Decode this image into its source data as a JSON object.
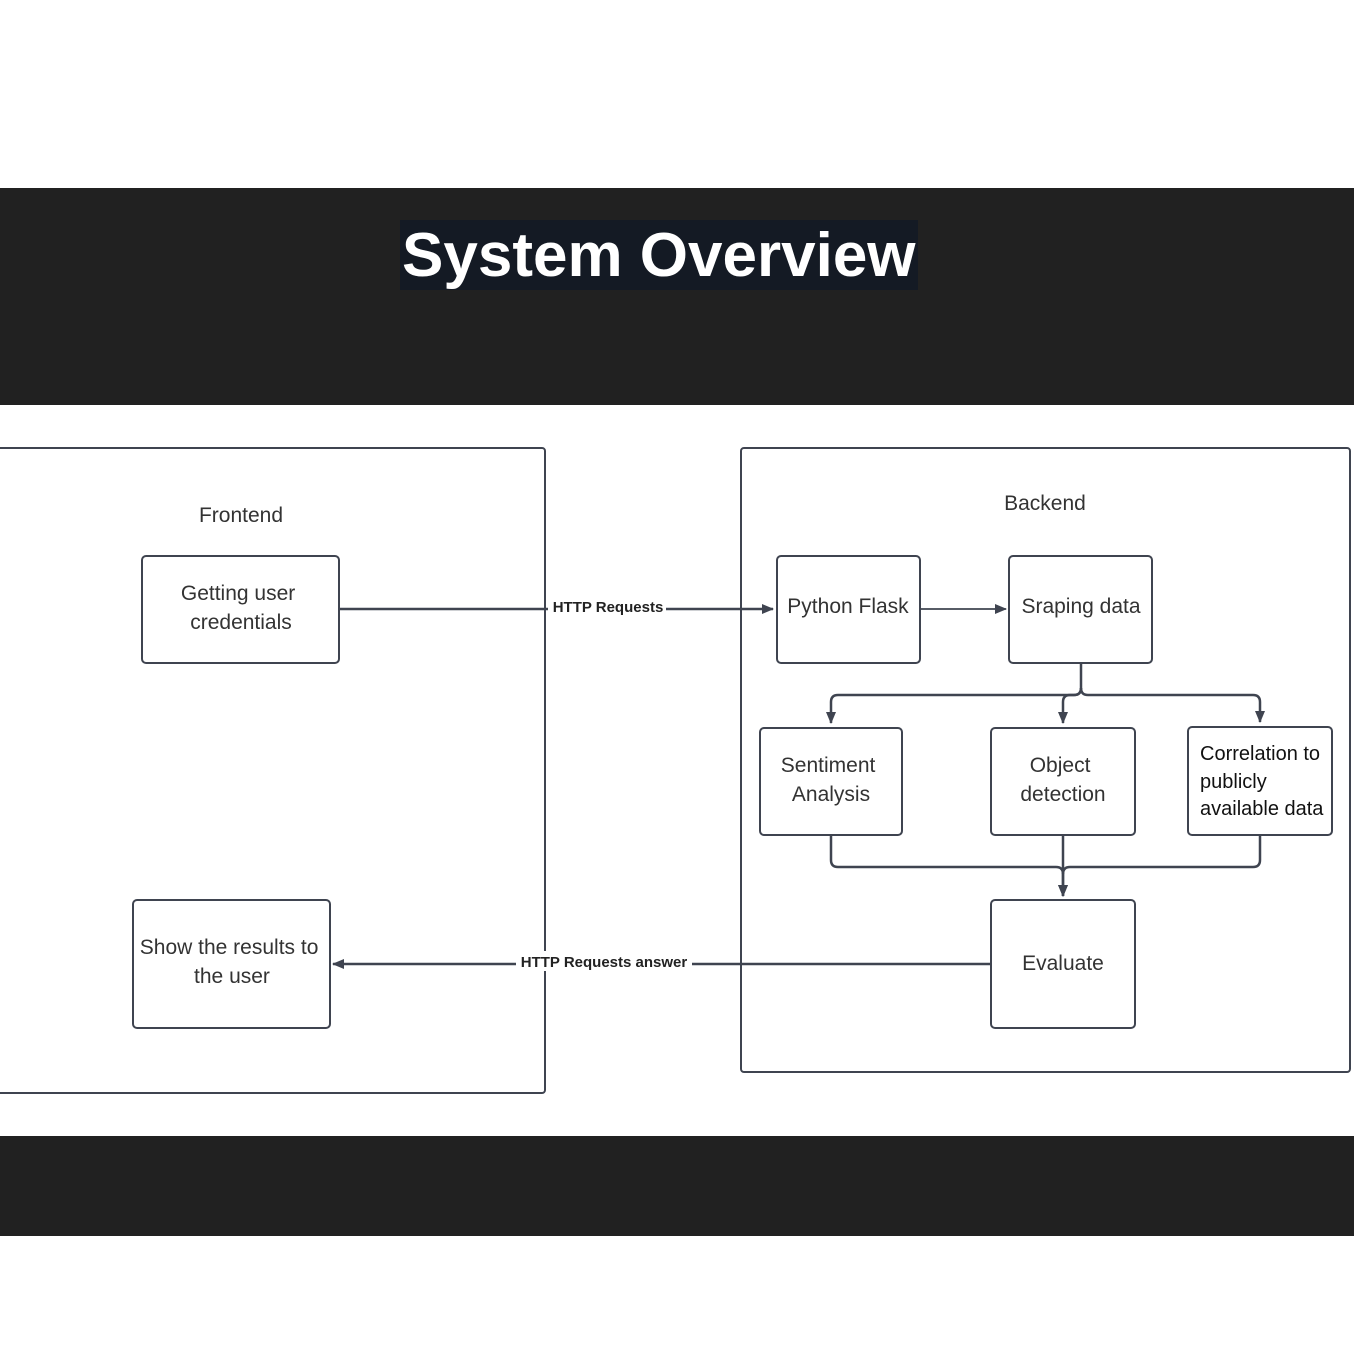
{
  "title": "System Overview",
  "colors": {
    "band": "#212121",
    "title_bg": "#141a24",
    "title_text": "#ffffff",
    "box_stroke": "#3f4450",
    "text": "#333333"
  },
  "groups": {
    "frontend": "Frontend",
    "backend": "Backend"
  },
  "nodes": {
    "credentials": [
      "Getting user",
      "credentials"
    ],
    "show_results": [
      "Show the results to",
      "the user"
    ],
    "flask": [
      "Python Flask"
    ],
    "scraping": [
      "Sraping data"
    ],
    "sentiment": [
      "Sentiment",
      "Analysis"
    ],
    "object": [
      "Object",
      "detection"
    ],
    "correlation": [
      "Correlation to",
      "publicly",
      "available data"
    ],
    "evaluate": [
      "Evaluate"
    ]
  },
  "edges": {
    "request": "HTTP Requests",
    "answer": "HTTP Requests answer"
  }
}
